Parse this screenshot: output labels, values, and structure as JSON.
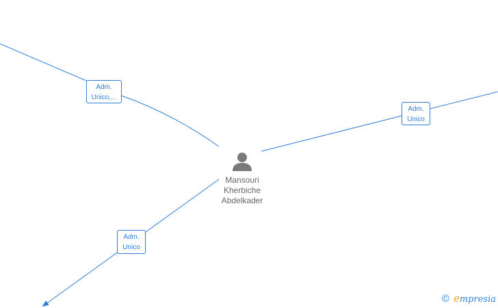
{
  "colors": {
    "edge": "#2f7ed8",
    "node_text": "#666666",
    "person_icon": "#7a7a7a",
    "brand_accent": "#f0a020"
  },
  "center_node": {
    "name_line1": "Mansouri",
    "name_line2": "Kherbiche",
    "name_line3": "Abdelkader",
    "icon": "person-icon"
  },
  "edges": [
    {
      "label_line1": "Adm.",
      "label_line2": "Unico,..."
    },
    {
      "label_line1": "Adm.",
      "label_line2": "Unico"
    },
    {
      "label_line1": "Adm.",
      "label_line2": "Unico"
    }
  ],
  "watermark": {
    "copyright_symbol": "©",
    "brand_initial": "e",
    "brand_rest": "mpresia"
  }
}
